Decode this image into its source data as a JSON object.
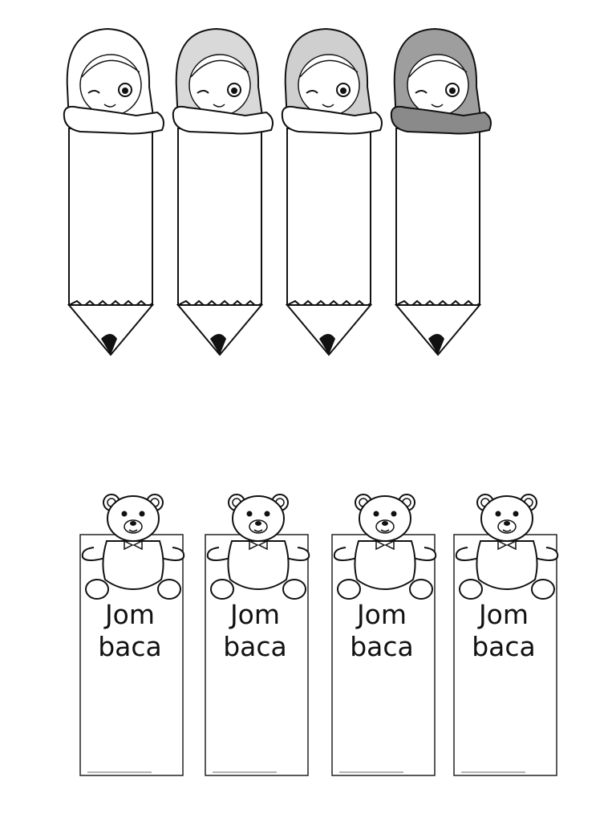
{
  "pencils": [
    {
      "hijab_fill": "#ffffff",
      "tone": "none"
    },
    {
      "hijab_fill": "#d9d9d9",
      "tone": "light"
    },
    {
      "hijab_fill": "#cfcfcf",
      "tone": "light"
    },
    {
      "hijab_fill": "#9e9e9e",
      "tone": "dark"
    }
  ],
  "bookmarks": [
    {
      "line1": "Jom",
      "line2": "baca"
    },
    {
      "line1": "Jom",
      "line2": "baca"
    },
    {
      "line1": "Jom",
      "line2": "baca"
    },
    {
      "line1": "Jom",
      "line2": "baca"
    }
  ],
  "icons": {
    "pencil_character": "hijab-girl-icon",
    "bookmark_character": "teddy-bear-icon"
  }
}
